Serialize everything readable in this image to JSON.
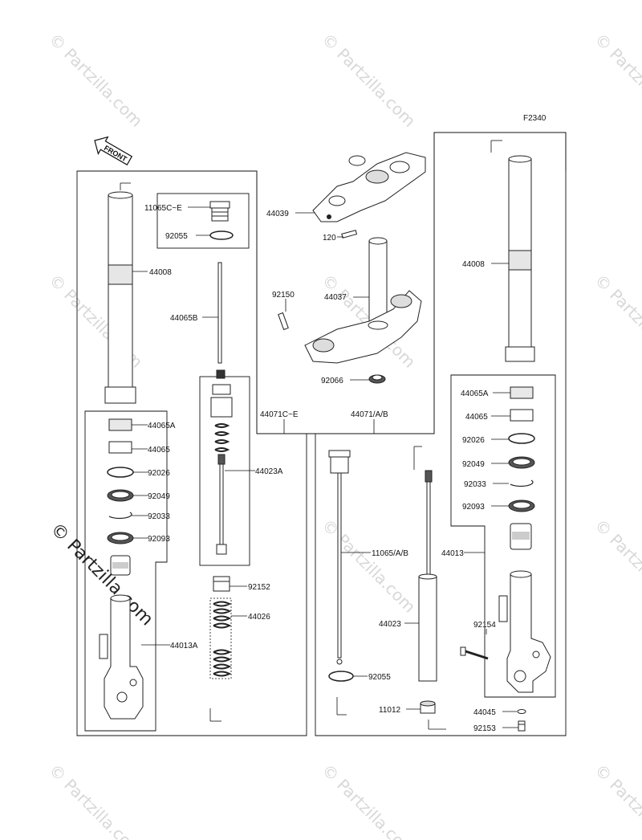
{
  "figure_id": "F2340",
  "front_label": "FRONT",
  "watermark": "© Partzilla.com",
  "labels": {
    "p11065CE": "11065C~E",
    "p92055a": "92055",
    "p44008a": "44008",
    "p44065B": "44065B",
    "p44065Aa": "44065A",
    "p44065a": "44065",
    "p92026a": "92026",
    "p92049a": "92049",
    "p92033a": "92033",
    "p92093a": "92093",
    "p44013A": "44013A",
    "p44023A": "44023A",
    "p92152": "92152",
    "p44026": "44026",
    "p44071CE": "44071C~E",
    "p44039": "44039",
    "p120": "120",
    "p92150": "92150",
    "p44037": "44037",
    "p92066": "92066",
    "p44071AB": "44071/A/B",
    "p11065AB": "11065/A/B",
    "p44023": "44023",
    "p92055b": "92055",
    "p11012": "11012",
    "p44008b": "44008",
    "p44065Ab": "44065A",
    "p44065b": "44065",
    "p92026b": "92026",
    "p92049b": "92049",
    "p92033b": "92033",
    "p92093b": "92093",
    "p44013": "44013",
    "p92154": "92154",
    "p44045": "44045",
    "p92153": "92153"
  }
}
